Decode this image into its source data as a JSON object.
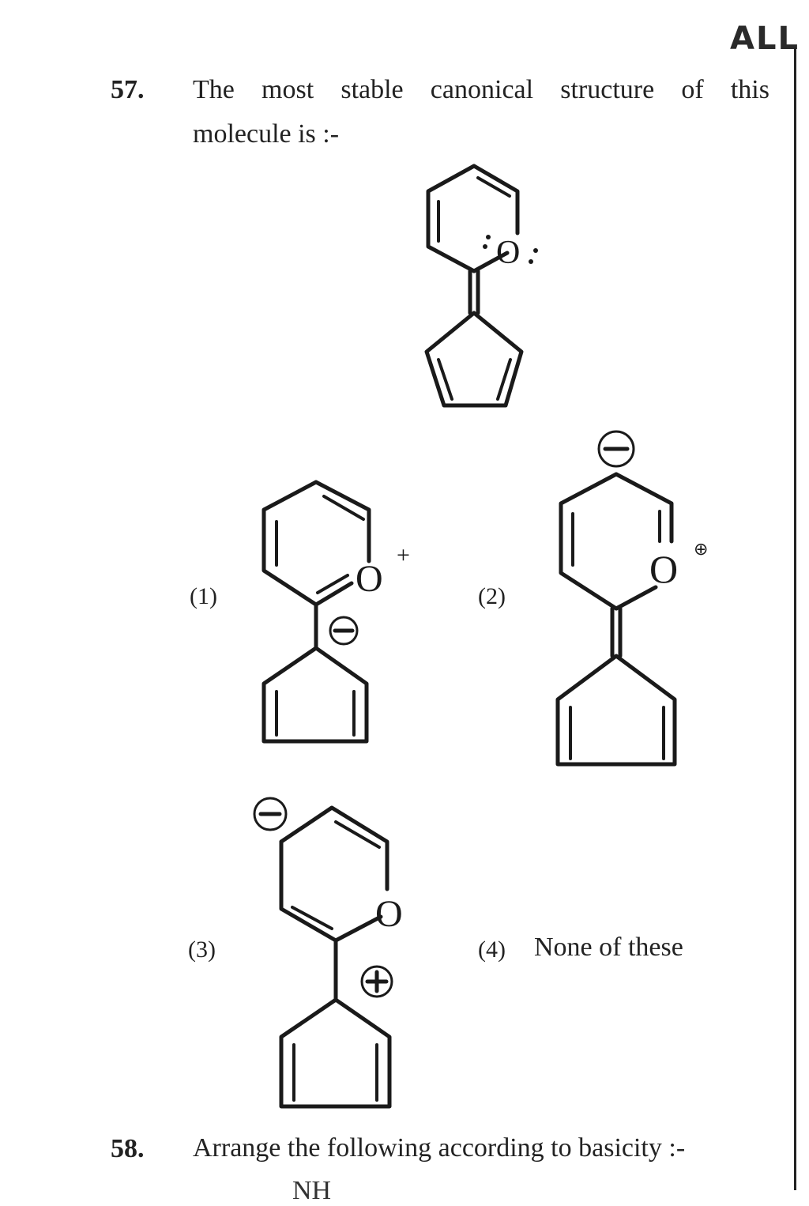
{
  "header": {
    "logo_text": "ALL"
  },
  "question_57": {
    "number": "57.",
    "text_line1": "The most stable canonical structure of this",
    "text_line2": "molecule is :-",
    "given_structure": {
      "heteroatom": "O",
      "lone_pairs": ":"
    },
    "options": [
      {
        "label": "(1)",
        "heteroatom": "O",
        "o_charge": "+",
        "bridge_charge": "−"
      },
      {
        "label": "(2)",
        "heteroatom": "O",
        "o_charge": "⊕",
        "ring_charge": "−"
      },
      {
        "label": "(3)",
        "heteroatom": "O",
        "ring_charge": "−",
        "bridge_charge": "+"
      },
      {
        "label": "(4)",
        "text": "None of these"
      }
    ]
  },
  "question_58": {
    "number": "58.",
    "text": "Arrange the following according to basicity :-",
    "partial_next_line": "NH"
  }
}
